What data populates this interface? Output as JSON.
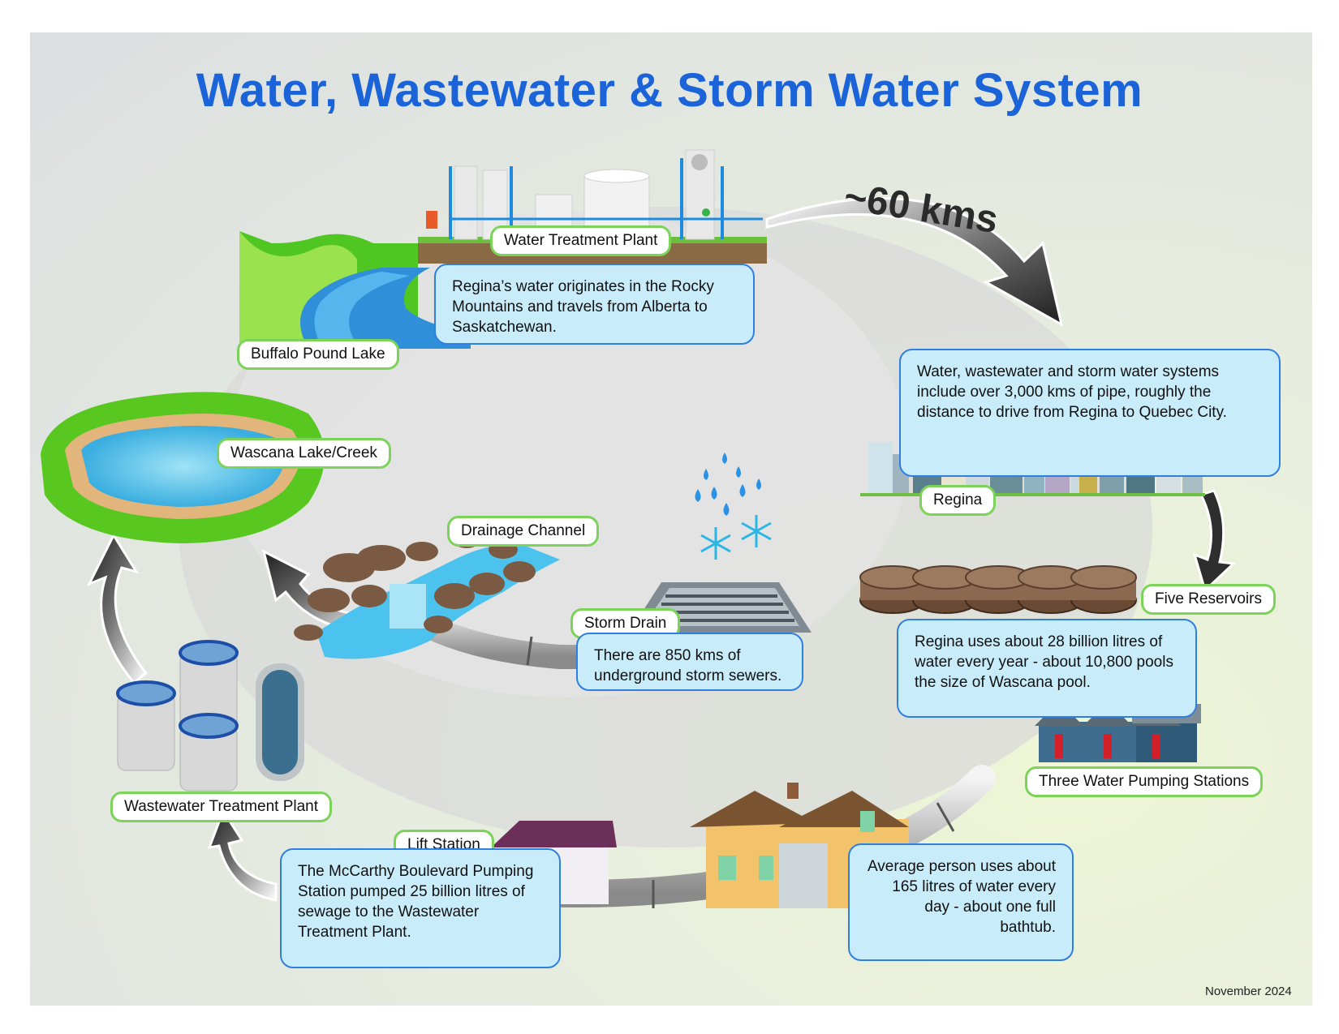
{
  "title": "Water, Wastewater & Storm Water System",
  "distance_label": "~60 kms",
  "date": "November 2024",
  "labels": {
    "water_treatment_plant": "Water Treatment Plant",
    "buffalo_pound_lake": "Buffalo Pound Lake",
    "wascana_lake": "Wascana Lake/Creek",
    "drainage_channel": "Drainage Channel",
    "storm_drain": "Storm Drain",
    "regina": "Regina",
    "five_reservoirs": "Five Reservoirs",
    "three_pumping_stations": "Three Water Pumping Stations",
    "wastewater_treatment_plant": "Wastewater Treatment Plant",
    "lift_station": "Lift Station"
  },
  "info": {
    "rocky_mountains": "Regina’s water originates in the Rocky Mountains and travels from Alberta to Saskatchewan.",
    "pipe_length": "Water, wastewater and storm water systems include over 3,000 kms of pipe, roughly the distance to drive from Regina to Quebec City.",
    "storm_sewers": "There are 850 kms of underground storm sewers.",
    "yearly_use": "Regina uses about 28 billion litres of water every year - about 10,800 pools the size of Wascana pool.",
    "daily_use": "Average person uses about 165 litres of water every day - about one full bathtub.",
    "mccarthy": "The McCarthy Boulevard Pumping Station pumped 25 billion litres of sewage to the Wastewater Treatment Plant."
  },
  "colors": {
    "title": "#1a63d8",
    "label_border": "#7bd35a",
    "info_fill": "#c9ecfa",
    "info_border": "#2f7fe0",
    "arrow": "#3a3a3a",
    "pipe": "#c8c8c8",
    "water": "#4fb3e8",
    "grass": "#7ed321"
  }
}
